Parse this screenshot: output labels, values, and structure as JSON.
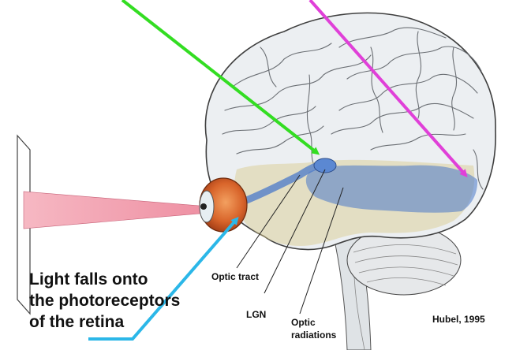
{
  "caption": {
    "line1": "Light falls onto",
    "line2": "the photoreceptors",
    "line3": "of the retina"
  },
  "labels": {
    "optic_tract": "Optic tract",
    "lgn": "LGN",
    "optic_radiations_line1": "Optic",
    "optic_radiations_line2": "radiations",
    "credit": "Hubel, 1995"
  },
  "colors": {
    "green_arrow": "#33dd22",
    "magenta_arrow": "#e040d8",
    "cyan_pointer": "#2bb7e8",
    "light_beam": "#f3a7b4",
    "visual_pathway": "#4a78c9",
    "temporal_lobe": "#d9c98a",
    "brain": "#e9ecef",
    "eye_iris": "#d8642a"
  }
}
